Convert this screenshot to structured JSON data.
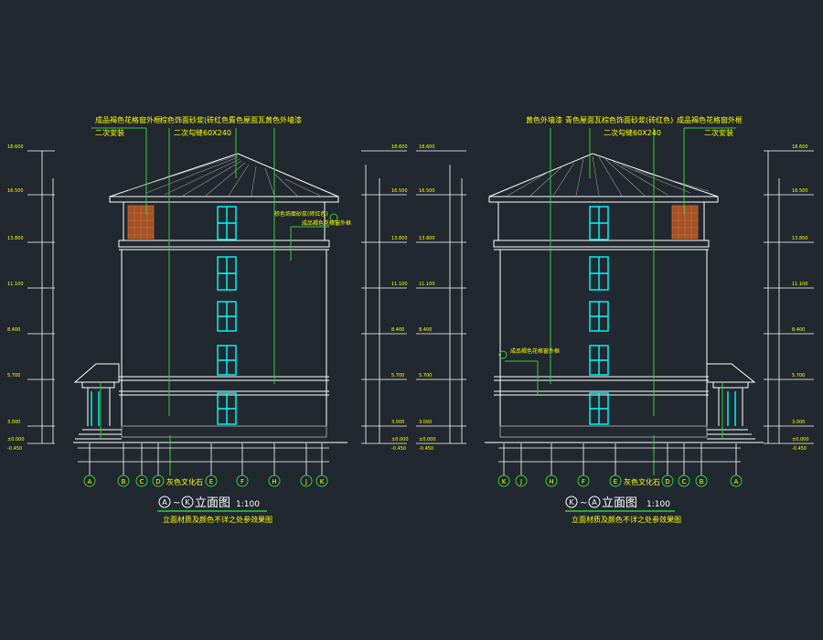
{
  "colors": {
    "background": "#212830",
    "white": "#ffffff",
    "green": "#33cc33",
    "cyan": "#00ffff",
    "yellow": "#ffff00",
    "red": "#ff3030",
    "brown": "#a0522d",
    "gray": "#9a9a9a"
  },
  "left": {
    "title_start_bubble": "A",
    "title_end_bubble": "K",
    "title_text": "立面图",
    "scale": "1:100",
    "subtitle": "立面材质及颜色不详之处参效果图",
    "callouts": [
      "成品褐色花格窗外框",
      "二次安装",
      "棕色饰面砂浆(砖红色)",
      "二次勾缝60X240",
      "青色屋面瓦",
      "黄色外墙漆",
      "棕色饰面砂浆(砖红色)",
      "成品褐色花格窗外框",
      "灰色文化石"
    ],
    "axis_labels": [
      "A",
      "B",
      "C",
      "D",
      "E",
      "F",
      "H",
      "J",
      "K"
    ]
  },
  "right": {
    "title_start_bubble": "K",
    "title_end_bubble": "A",
    "title_text": "立面图",
    "scale": "1:100",
    "subtitle": "立面材质及颜色不详之处参效果图",
    "callouts": [
      "黄色外墙漆",
      "青色屋面瓦",
      "棕色饰面砂浆(砖红色)",
      "成品褐色花格窗外框",
      "二次勾缝60X240",
      "二次安装",
      "成品褐色花格窗外框",
      "灰色文化石"
    ],
    "axis_labels": [
      "K",
      "J",
      "H",
      "F",
      "E",
      "D",
      "C",
      "B",
      "A"
    ]
  },
  "elevations": {
    "left": [
      "18.600",
      "16.500",
      "13.800",
      "11.100",
      "8.400",
      "5.700",
      "3.000",
      "±0.000",
      "-0.450"
    ],
    "right": [
      "18.600",
      "16.500",
      "13.800",
      "11.100",
      "8.400",
      "5.700",
      "3.000",
      "±0.000",
      "-0.450"
    ]
  }
}
